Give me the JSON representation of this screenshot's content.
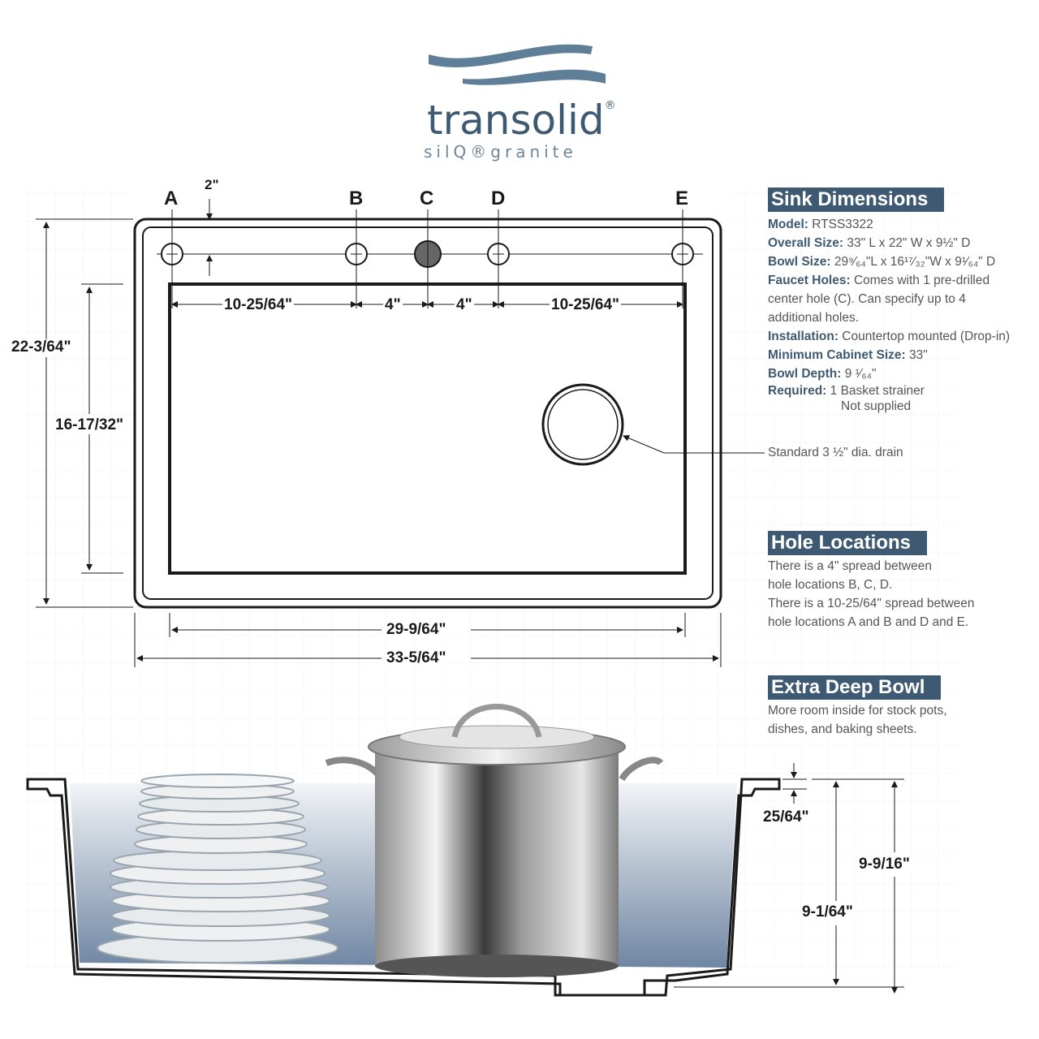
{
  "brand": {
    "name": "transolid",
    "registered_mark": "®",
    "subline": "silQ®granite",
    "color": "#3e5a72"
  },
  "hole_labels": [
    "A",
    "B",
    "C",
    "D",
    "E"
  ],
  "dimensions": {
    "setback": "2\"",
    "spread_a_b": "10-25/64\"",
    "spread_b_c": "4\"",
    "spread_c_d": "4\"",
    "spread_d_e": "10-25/64\"",
    "overall_depth": "22-3/64\"",
    "bowl_depth_front_to_back": "16-17/32\"",
    "bowl_length": "29-9/64\"",
    "overall_length": "33-5/64\"",
    "rim_height": "25/64\"",
    "total_height": "9-9/16\"",
    "bowl_height": "9-1/64\""
  },
  "drain_label": "Standard 3 ½\" dia. drain",
  "sink_dimensions": {
    "title": "Sink Dimensions",
    "rows": [
      {
        "label": "Model:",
        "value": "RTSS3322"
      },
      {
        "label": "Overall Size:",
        "value": "33\" L x 22\" W x 9½\" D"
      },
      {
        "label": "Bowl Size:",
        "value": "29⁹⁄₆₄\"L x 16¹⁷⁄₃₂\"W x 9¹⁄₆₄\" D"
      },
      {
        "label": "Faucet Holes:",
        "value": "Comes with 1 pre-drilled"
      },
      {
        "label": "",
        "value": "center hole (C).  Can specify up to 4"
      },
      {
        "label": "",
        "value": "additional holes."
      },
      {
        "label": "Installation:",
        "value": "Countertop mounted (Drop-in)"
      },
      {
        "label": "Minimum Cabinet Size:",
        "value": "33\""
      },
      {
        "label": "Bowl Depth:",
        "value": "9 ¹⁄₆₄\""
      },
      {
        "label": "Required:",
        "value": "1 Basket strainer"
      },
      {
        "label": "",
        "value": "Not supplied"
      }
    ]
  },
  "hole_locations": {
    "title": "Hole Locations",
    "lines": [
      "There is a 4\" spread between",
      "hole locations B, C, D.",
      "There is a 10-25/64\" spread between",
      "hole locations A and B and D and E."
    ]
  },
  "extra_deep_bowl": {
    "title": "Extra Deep Bowl",
    "lines": [
      "More room inside for stock pots,",
      "dishes, and baking sheets."
    ]
  },
  "colors": {
    "accent": "#3e5a72",
    "bowl_fill_top": "#f2f4f7",
    "bowl_fill_bottom": "#6f86a3"
  }
}
